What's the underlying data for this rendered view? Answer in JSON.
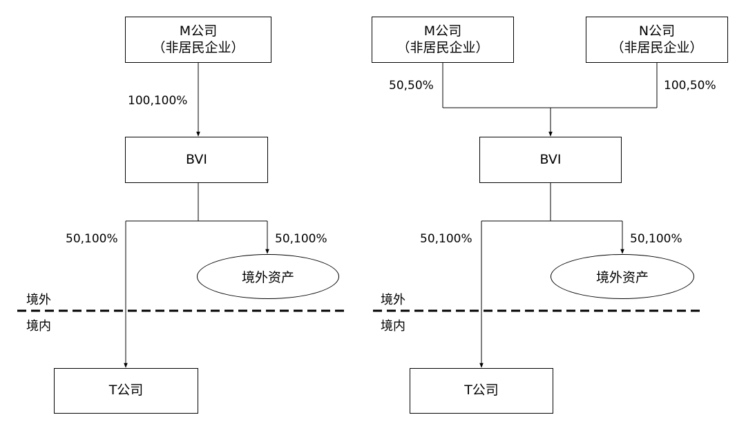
{
  "left": {
    "m_company": {
      "name": "M公司",
      "note": "（非居民企业）"
    },
    "m_to_bvi": "100,100%",
    "bvi": "BVI",
    "bvi_to_t": "50,100%",
    "bvi_to_asset": "50,100%",
    "asset": "境外资产",
    "overseas": "境外",
    "domestic": "境内",
    "t_company": "T公司"
  },
  "right": {
    "m_company": {
      "name": "M公司",
      "note": "（非居民企业）"
    },
    "n_company": {
      "name": "N公司",
      "note": "（非居民企业）"
    },
    "m_to_bvi": "50,50%",
    "n_to_bvi": "100,50%",
    "bvi": "BVI",
    "bvi_to_t": "50,100%",
    "bvi_to_asset": "50,100%",
    "asset": "境外资产",
    "overseas": "境外",
    "domestic": "境内",
    "t_company": "T公司"
  }
}
